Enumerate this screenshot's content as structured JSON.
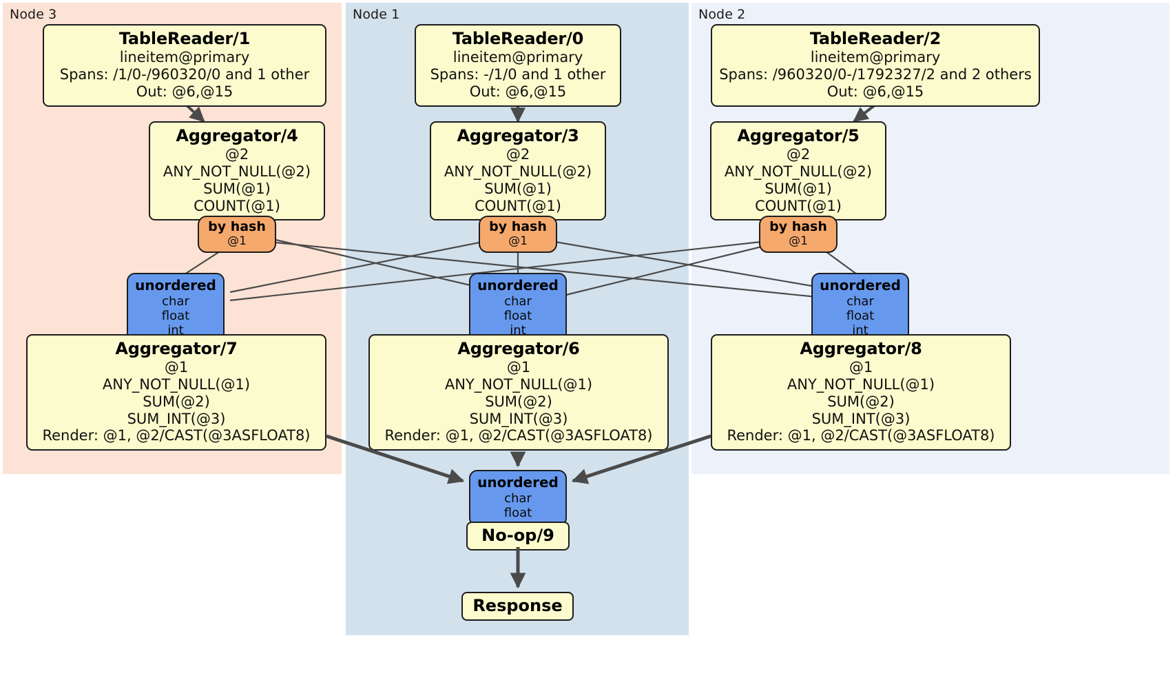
{
  "diagram": {
    "title": "Distributed query plan",
    "colors": {
      "node3_panel": "#fce3d5",
      "node1_panel": "#d3e1ec",
      "node2_panel": "#edf2fa",
      "processor_fill": "#fbfbcd",
      "router_fill": "#f6a96d",
      "receiver_fill": "#6699ee",
      "edge": "#4a4a4a",
      "thick_edge": "#4a4a4a",
      "border": "#1c1c1c"
    }
  },
  "panels": [
    {
      "id": "node3",
      "label": "Node 3"
    },
    {
      "id": "node1",
      "label": "Node 1"
    },
    {
      "id": "node2",
      "label": "Node 2"
    }
  ],
  "table_readers": [
    {
      "id": "tr1",
      "title": "TableReader/1",
      "table": "lineitem@primary",
      "spans": "Spans: /1/0-/960320/0 and 1 other",
      "out": "Out: @6,@15"
    },
    {
      "id": "tr0",
      "title": "TableReader/0",
      "table": "lineitem@primary",
      "spans": "Spans: -/1/0 and 1 other",
      "out": "Out: @6,@15"
    },
    {
      "id": "tr2",
      "title": "TableReader/2",
      "table": "lineitem@primary",
      "spans": "Spans: /960320/0-/1792327/2 and 2 others",
      "out": "Out: @6,@15"
    }
  ],
  "stage1_aggregators": [
    {
      "id": "agg4",
      "title": "Aggregator/4",
      "group": "@2",
      "func1": "ANY_NOT_NULL(@2)",
      "func2": "SUM(@1)",
      "func3": "COUNT(@1)"
    },
    {
      "id": "agg3",
      "title": "Aggregator/3",
      "group": "@2",
      "func1": "ANY_NOT_NULL(@2)",
      "func2": "SUM(@1)",
      "func3": "COUNT(@1)"
    },
    {
      "id": "agg5",
      "title": "Aggregator/5",
      "group": "@2",
      "func1": "ANY_NOT_NULL(@2)",
      "func2": "SUM(@1)",
      "func3": "COUNT(@1)"
    }
  ],
  "routers": [
    {
      "id": "hash4",
      "title": "by hash",
      "column": "@1"
    },
    {
      "id": "hash3",
      "title": "by hash",
      "column": "@1"
    },
    {
      "id": "hash5",
      "title": "by hash",
      "column": "@1"
    }
  ],
  "receivers": [
    {
      "id": "recv7",
      "title": "unordered",
      "t1": "char",
      "t2": "float",
      "t3": "int"
    },
    {
      "id": "recv6",
      "title": "unordered",
      "t1": "char",
      "t2": "float",
      "t3": "int"
    },
    {
      "id": "recv8",
      "title": "unordered",
      "t1": "char",
      "t2": "float",
      "t3": "int"
    }
  ],
  "stage2_aggregators": [
    {
      "id": "agg7",
      "title": "Aggregator/7",
      "group": "@1",
      "func1": "ANY_NOT_NULL(@1)",
      "func2": "SUM(@2)",
      "func3": "SUM_INT(@3)",
      "render": "Render: @1, @2/CAST(@3ASFLOAT8)"
    },
    {
      "id": "agg6",
      "title": "Aggregator/6",
      "group": "@1",
      "func1": "ANY_NOT_NULL(@1)",
      "func2": "SUM(@2)",
      "func3": "SUM_INT(@3)",
      "render": "Render: @1, @2/CAST(@3ASFLOAT8)"
    },
    {
      "id": "agg8",
      "title": "Aggregator/8",
      "group": "@1",
      "func1": "ANY_NOT_NULL(@1)",
      "func2": "SUM(@2)",
      "func3": "SUM_INT(@3)",
      "render": "Render: @1, @2/CAST(@3ASFLOAT8)"
    }
  ],
  "final": {
    "receiver": {
      "title": "unordered",
      "t1": "char",
      "t2": "float"
    },
    "noop": {
      "title": "No-op/9"
    },
    "response": {
      "title": "Response"
    }
  }
}
